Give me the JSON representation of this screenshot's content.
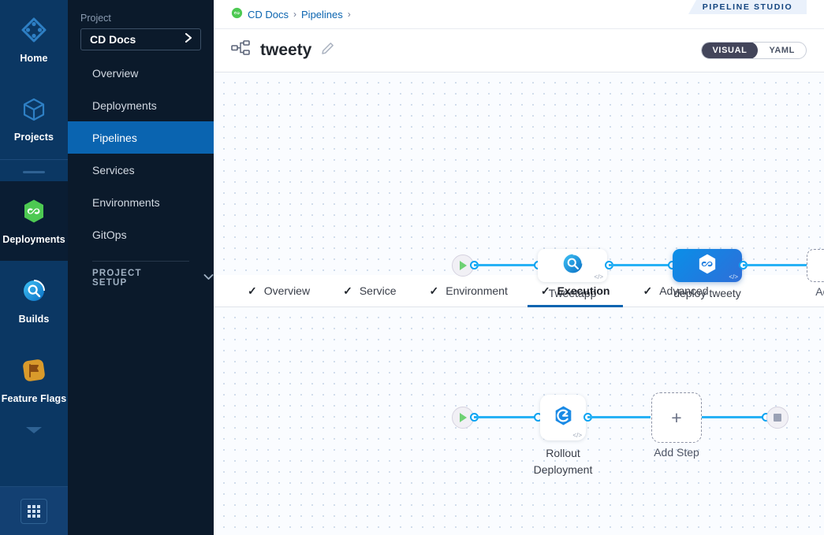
{
  "rail": {
    "items": [
      {
        "label": "Home",
        "icon": "home-diamond-icon",
        "active": false
      },
      {
        "label": "Projects",
        "icon": "cube-icon",
        "active": false
      },
      {
        "label": "Deployments",
        "icon": "harness-infinity-icon",
        "active": true
      },
      {
        "label": "Builds",
        "icon": "build-circle-icon",
        "active": false
      },
      {
        "label": "Feature Flags",
        "icon": "flag-icon",
        "active": false
      }
    ],
    "collapse_icon": "chevron-down-icon",
    "launcher_icon": "grid-apps-icon"
  },
  "sidebar": {
    "section_label": "Project",
    "project_name": "CD Docs",
    "project_chevron": "chevron-right-icon",
    "items": [
      {
        "label": "Overview",
        "active": false
      },
      {
        "label": "Deployments",
        "active": false
      },
      {
        "label": "Pipelines",
        "active": true
      },
      {
        "label": "Services",
        "active": false
      },
      {
        "label": "Environments",
        "active": false
      },
      {
        "label": "GitOps",
        "active": false
      }
    ],
    "setup_label": "PROJECT SETUP",
    "setup_chevron": "chevron-down-icon"
  },
  "header": {
    "ribbon_label": "PIPELINE STUDIO",
    "breadcrumb": [
      {
        "label": "CD Docs",
        "icon": "harness-module-icon"
      },
      {
        "label": "Pipelines",
        "icon": ""
      }
    ],
    "breadcrumb_separator": "›",
    "pipeline_icon": "pipeline-flow-icon",
    "pipeline_name": "tweety",
    "edit_icon": "pencil-icon",
    "view_toggle": {
      "options": [
        "VISUAL",
        "YAML"
      ],
      "selected": "VISUAL"
    }
  },
  "stage_graph": {
    "start_icon": "play-icon",
    "end_icon": "stop-square-icon",
    "nodes": [
      {
        "name": "Tweetapp",
        "type": "build",
        "icon": "build-circle-icon",
        "selected": false,
        "badge": "</>"
      },
      {
        "name": "deploy tweety",
        "type": "deploy",
        "icon": "harness-hex-infinity-icon",
        "selected": true,
        "badge": "</>"
      }
    ],
    "add_label": "Add Stage",
    "add_icon": "plus-icon"
  },
  "tabs": [
    {
      "label": "Overview",
      "checked": true,
      "active": false
    },
    {
      "label": "Service",
      "checked": true,
      "active": false
    },
    {
      "label": "Environment",
      "checked": true,
      "active": false
    },
    {
      "label": "Execution",
      "checked": true,
      "active": true
    },
    {
      "label": "Advanced",
      "checked": true,
      "active": false
    }
  ],
  "step_graph": {
    "start_icon": "play-icon",
    "end_icon": "stop-square-icon",
    "steps": [
      {
        "name": "Rollout Deployment",
        "icon": "rollout-hex-icon",
        "badge": "</>"
      }
    ],
    "add_label": "Add Step",
    "add_icon": "plus-icon"
  },
  "colors": {
    "rail_bg": "#0b3763",
    "sidebar_bg": "#0b1a2b",
    "accent_blue": "#0a64b0",
    "wire_blue": "#27b1f5",
    "selected_stage": "#1d7de0",
    "green": "#4dc952"
  }
}
